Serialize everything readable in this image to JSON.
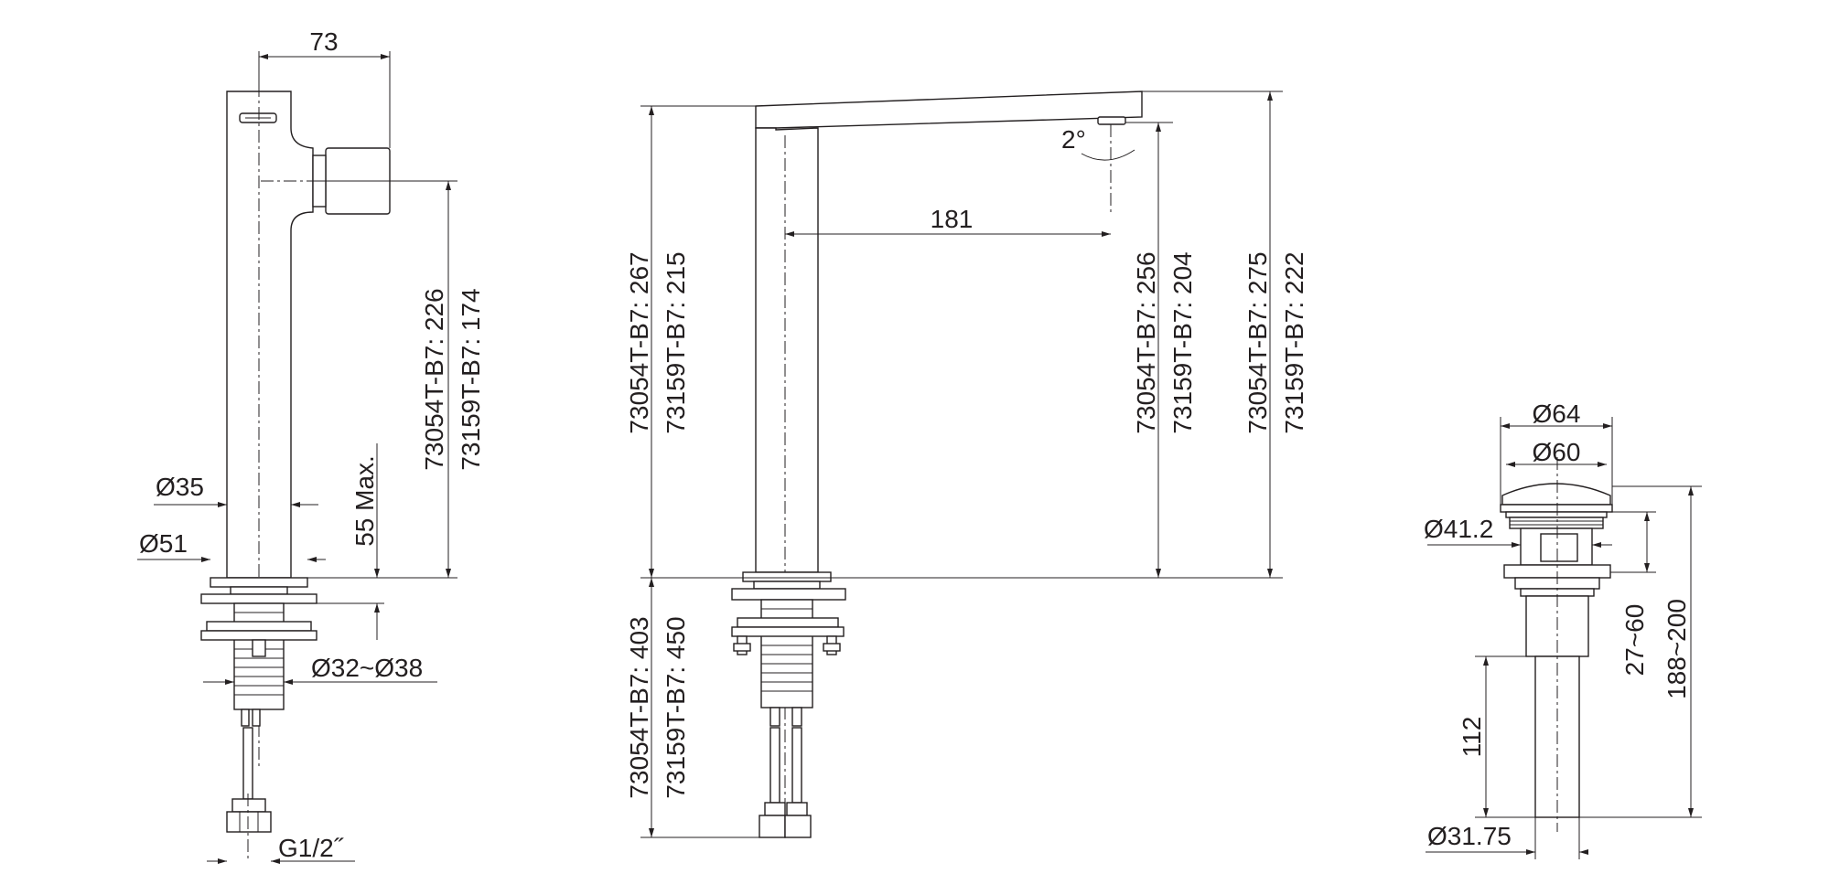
{
  "views": {
    "side": {
      "width": "73",
      "height_a": "73054T-B7: 226",
      "height_b": "73159T-B7: 174",
      "mount_max": "55 Max.",
      "body_dia": "Ø35",
      "base_dia": "Ø51",
      "hole_dia": "Ø32~Ø38",
      "connection": "G1/2˝"
    },
    "front": {
      "reach": "181",
      "angle": "2°",
      "left_height_a": "73054T-B7: 267",
      "left_height_b": "73159T-B7: 215",
      "hose_a": "73054T-B7: 403",
      "hose_b": "73159T-B7: 450",
      "outlet_height_a": "73054T-B7: 256",
      "outlet_height_b": "73159T-B7: 204",
      "total_height_a": "73054T-B7: 275",
      "total_height_b": "73159T-B7: 222"
    },
    "waste": {
      "flange_dia": "Ø64",
      "cap_dia": "Ø60",
      "body_dia": "Ø41.2",
      "clamp_range": "27~60",
      "length_range": "188~200",
      "tail_length": "112",
      "tail_dia": "Ø31.75"
    }
  }
}
